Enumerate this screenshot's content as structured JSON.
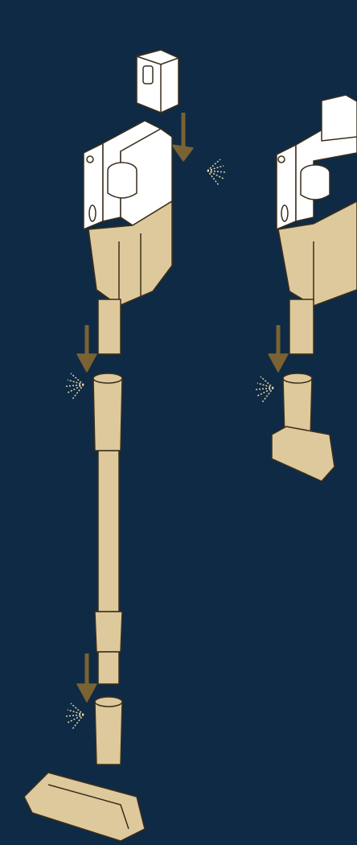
{
  "colors": {
    "background": "#0f2a44",
    "outline": "#3a2e1c",
    "body_tan": "#ddc99b",
    "body_tan_dark": "#c9b27d",
    "body_white": "#ffffff",
    "arrow": "#7a6232",
    "click_lines": "#e8d6a8"
  },
  "diagrams": [
    {
      "id": "full-stick-assembly",
      "steps": [
        "battery-insert",
        "wand-attach",
        "floor-head-attach"
      ]
    },
    {
      "id": "handheld-assembly",
      "steps": [
        "crevice-tool-attach"
      ]
    }
  ],
  "icons": [
    "battery-icon",
    "down-arrow-icon",
    "click-sound-icon"
  ]
}
